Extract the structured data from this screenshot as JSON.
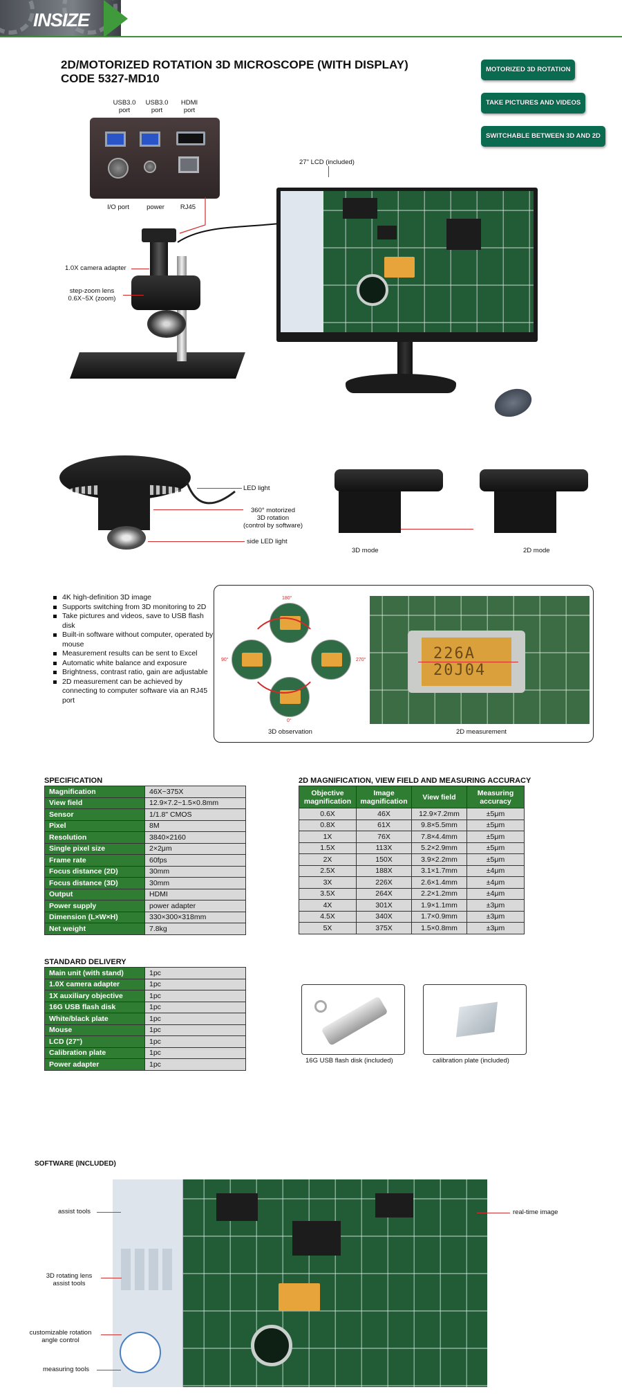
{
  "brand": {
    "logo_text": "INSIZE"
  },
  "title": {
    "line1": "2D/MOTORIZED ROTATION 3D MICROSCOPE (WITH DISPLAY)",
    "line2": "CODE 5327-MD10"
  },
  "feature_buttons": [
    "MOTORIZED 3D ROTATION",
    "TAKE PICTURES AND VIDEOS",
    "SWITCHABLE BETWEEN 3D AND 2D"
  ],
  "ports": {
    "usb1": "USB3.0\nport",
    "usb2": "USB3.0\nport",
    "hdmi": "HDMI\nport",
    "io": "I/O port",
    "power": "power",
    "rj45": "RJ45"
  },
  "callouts": {
    "lcd": "27\" LCD (included)",
    "camera_adapter": "1.0X camera adapter",
    "step_zoom": "step-zoom lens\n0.6X~5X (zoom)",
    "led_light": "LED light",
    "rotation": "360° motorized\n3D rotation\n(control by software)",
    "side_led": "side LED light",
    "mode_3d": "3D mode",
    "mode_2d": "2D mode"
  },
  "features": [
    "4K high-definition 3D image",
    "Supports switching from 3D monitoring to 2D",
    "Take pictures and videos, save to USB flash disk",
    "Built-in software without computer, operated by mouse",
    "Measurement results can be sent to Excel",
    "Automatic white balance and exposure",
    "Brightness, contrast ratio, gain are adjustable",
    "2D measurement can be achieved by connecting to computer software via an RJ45 port"
  ],
  "observation": {
    "angles": [
      "180°",
      "90°",
      "270°",
      "0°"
    ],
    "label_3d": "3D observation",
    "label_2d": "2D measurement",
    "chip_text_1": "226A",
    "chip_text_2": "20J04"
  },
  "specification": {
    "title": "SPECIFICATION",
    "rows": [
      [
        "Magnification",
        "46X~375X"
      ],
      [
        "View field",
        "12.9×7.2~1.5×0.8mm"
      ],
      [
        "Sensor",
        "1/1.8\" CMOS"
      ],
      [
        "Pixel",
        "8M"
      ],
      [
        "Resolution",
        "3840×2160"
      ],
      [
        "Single pixel size",
        "2×2μm"
      ],
      [
        "Frame rate",
        "60fps"
      ],
      [
        "Focus distance (2D)",
        "30mm"
      ],
      [
        "Focus distance (3D)",
        "30mm"
      ],
      [
        "Output",
        "HDMI"
      ],
      [
        "Power supply",
        "power adapter"
      ],
      [
        "Dimension (L×W×H)",
        "330×300×318mm"
      ],
      [
        "Net weight",
        "7.8kg"
      ]
    ]
  },
  "magnification_table": {
    "title": "2D MAGNIFICATION, VIEW FIELD AND MEASURING ACCURACY",
    "headers": [
      "Objective magnification",
      "Image magnification",
      "View field",
      "Measuring accuracy"
    ],
    "rows": [
      [
        "0.6X",
        "46X",
        "12.9×7.2mm",
        "±5μm"
      ],
      [
        "0.8X",
        "61X",
        "9.8×5.5mm",
        "±5μm"
      ],
      [
        "1X",
        "76X",
        "7.8×4.4mm",
        "±5μm"
      ],
      [
        "1.5X",
        "113X",
        "5.2×2.9mm",
        "±5μm"
      ],
      [
        "2X",
        "150X",
        "3.9×2.2mm",
        "±5μm"
      ],
      [
        "2.5X",
        "188X",
        "3.1×1.7mm",
        "±4μm"
      ],
      [
        "3X",
        "226X",
        "2.6×1.4mm",
        "±4μm"
      ],
      [
        "3.5X",
        "264X",
        "2.2×1.2mm",
        "±4μm"
      ],
      [
        "4X",
        "301X",
        "1.9×1.1mm",
        "±3μm"
      ],
      [
        "4.5X",
        "340X",
        "1.7×0.9mm",
        "±3μm"
      ],
      [
        "5X",
        "375X",
        "1.5×0.8mm",
        "±3μm"
      ]
    ]
  },
  "standard_delivery": {
    "title": "STANDARD DELIVERY",
    "rows": [
      [
        "Main unit (with stand)",
        "1pc"
      ],
      [
        "1.0X camera adapter",
        "1pc"
      ],
      [
        "1X auxiliary objective",
        "1pc"
      ],
      [
        "16G USB flash disk",
        "1pc"
      ],
      [
        "White/black plate",
        "1pc"
      ],
      [
        "Mouse",
        "1pc"
      ],
      [
        "LCD (27\")",
        "1pc"
      ],
      [
        "Calibration plate",
        "1pc"
      ],
      [
        "Power adapter",
        "1pc"
      ]
    ]
  },
  "accessories": {
    "usb_caption": "16G USB flash disk (included)",
    "plate_caption": "calibration plate (included)"
  },
  "software": {
    "title": "SOFTWARE (INCLUDED)",
    "assist_tools": "assist tools",
    "rotating_lens": "3D rotating lens\nassist tools",
    "rotation_control": "customizable rotation\nangle control",
    "measuring_tools": "measuring tools",
    "realtime": "real-time image"
  },
  "colors": {
    "brand_green": "#2f7d32",
    "button_green": "#0a6b50",
    "callout_red": "#d42a2a"
  }
}
